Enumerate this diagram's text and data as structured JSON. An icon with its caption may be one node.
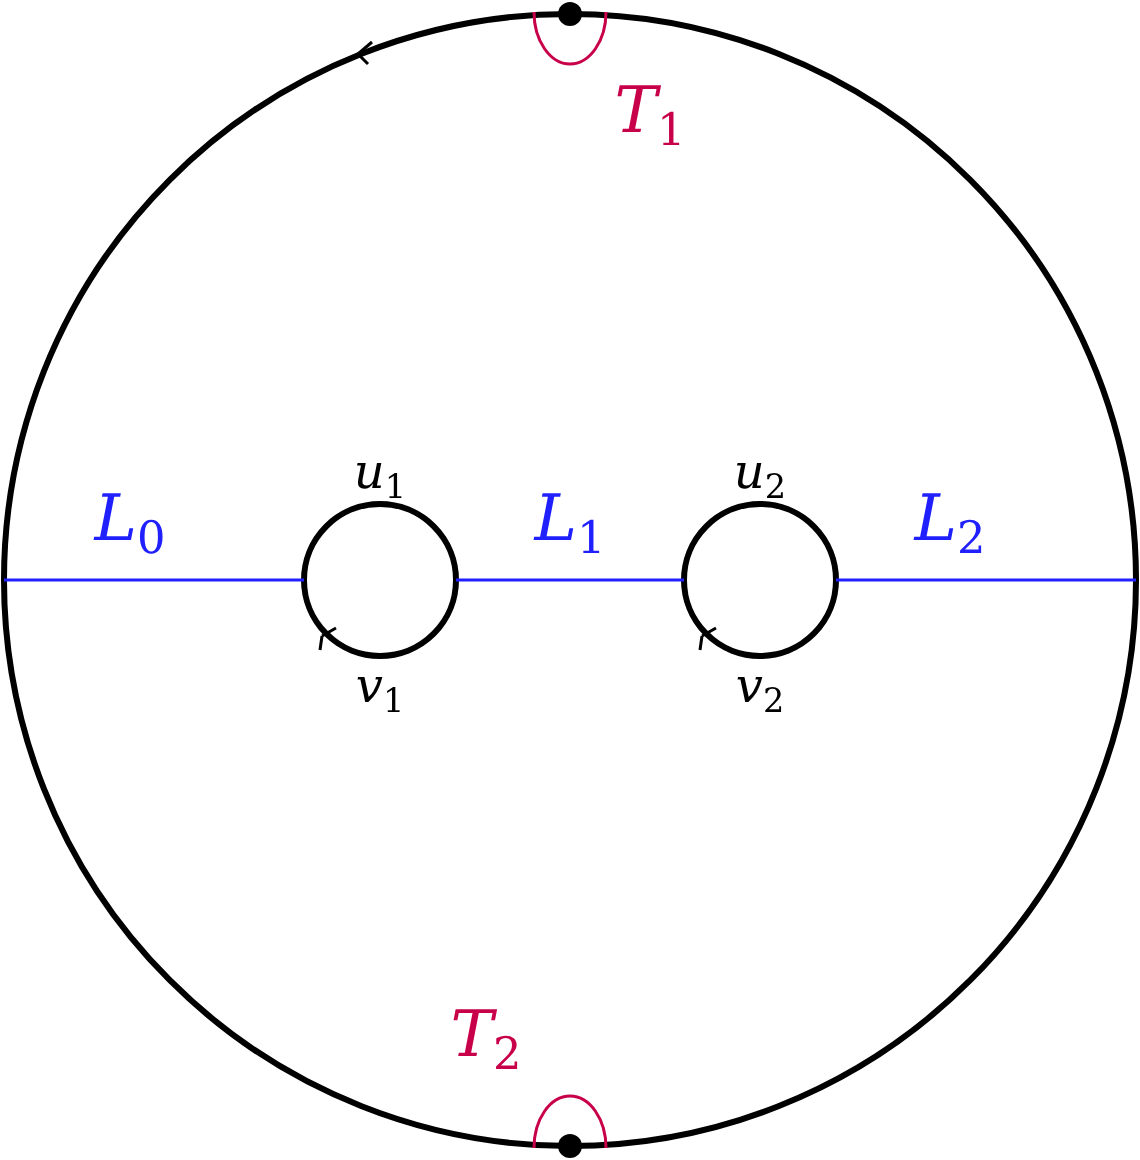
{
  "diagram": {
    "labels": [
      "*T*$_{1}$",
      "*L*$_{0}$",
      "*u*$_{1}$",
      "*L*$_{1}$",
      "*u*$_{2}$",
      "*L*$_{2}$",
      "*v*$_{1}$",
      "*v*$_{2}$",
      "*T*$_{2}$"
    ]
  }
}
